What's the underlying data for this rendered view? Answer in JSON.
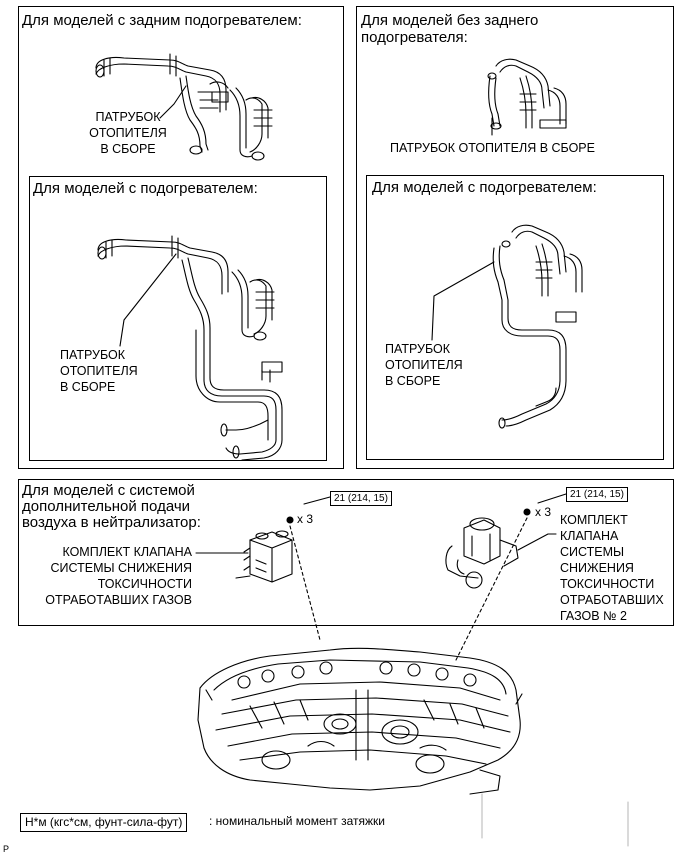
{
  "panels": {
    "rear_heater": {
      "title": "Для моделей с задним подогревателем:",
      "label": [
        "ПАТРУБОК",
        "ОТОПИТЕЛЯ",
        "В СБОРЕ"
      ],
      "sub": {
        "title": "Для моделей с подогревателем:",
        "label": [
          "ПАТРУБОК",
          "ОТОПИТЕЛЯ",
          "В СБОРЕ"
        ]
      }
    },
    "no_rear_heater": {
      "title_lines": [
        "Для моделей без заднего",
        "подогревателя:"
      ],
      "label": "ПАТРУБОК ОТОПИТЕЛЯ В СБОРЕ",
      "sub": {
        "title": "Для моделей с подогревателем:",
        "label": [
          "ПАТРУБОК",
          "ОТОПИТЕЛЯ",
          "В СБОРЕ"
        ]
      }
    },
    "air_injection": {
      "title_lines": [
        "Для моделей с системой",
        "дополнительной подачи",
        "воздуха в нейтрализатор:"
      ],
      "left": {
        "label": [
          "КОМПЛЕКТ КЛАПАНА",
          "СИСТЕМЫ СНИЖЕНИЯ",
          "ТОКСИЧНОСТИ",
          "ОТРАБОТАВШИХ ГАЗОВ"
        ],
        "torque": "21 (214, 15)",
        "qty": "x 3"
      },
      "right": {
        "label": [
          "КОМПЛЕКТ",
          "КЛАПАНА",
          "СИСТЕМЫ",
          "СНИЖЕНИЯ",
          "ТОКСИЧНОСТИ",
          "ОТРАБОТАВШИХ",
          "ГАЗОВ № 2"
        ],
        "torque": "21 (214, 15)",
        "qty": "x 3"
      }
    }
  },
  "legend": {
    "unit": "Н*м (кгс*см, фунт-сила-фут)",
    "description": ": номинальный момент затяжки"
  },
  "corner_mark": "P"
}
